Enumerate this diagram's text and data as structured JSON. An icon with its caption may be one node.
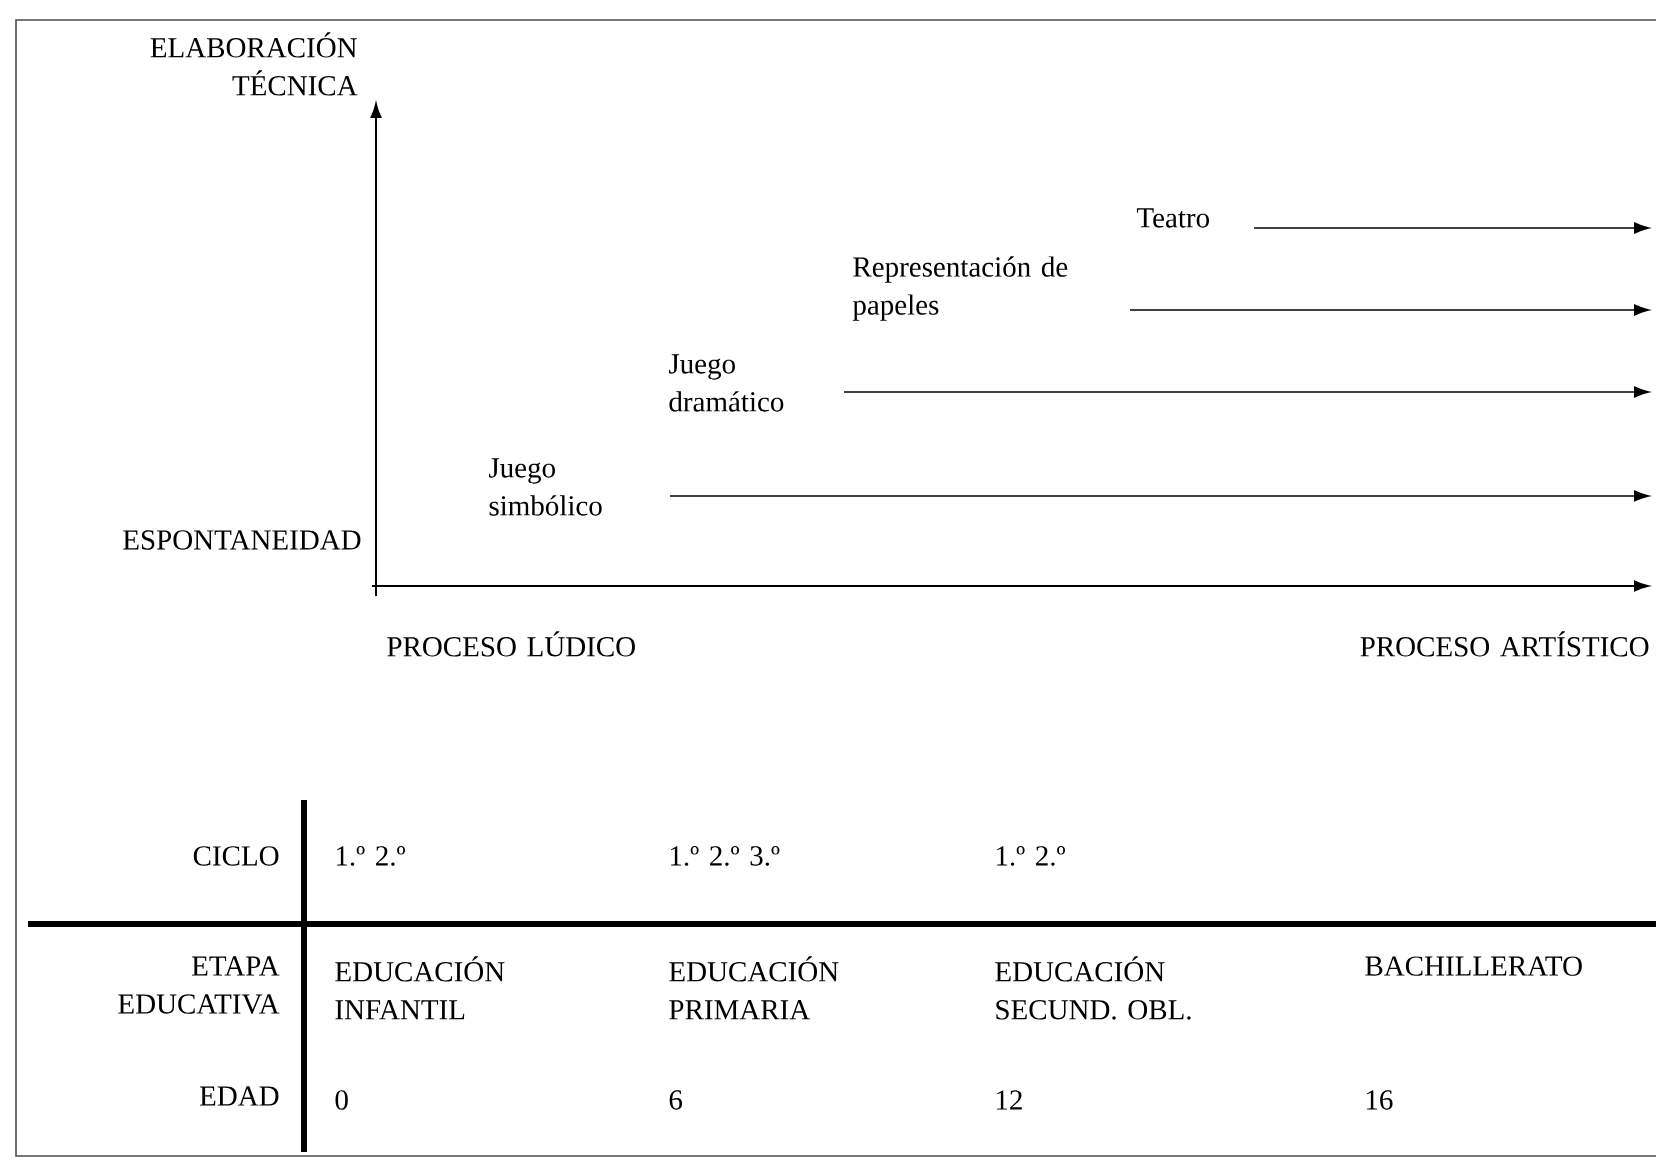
{
  "diagram": {
    "nodes": [
      {
        "text": [
          "Juego simbólico"
        ]
      },
      {
        "text": [
          "Juego dramático"
        ]
      },
      {
        "text": [
          "Representación de papeles"
        ]
      },
      {
        "text": [
          "Teatro"
        ]
      }
    ],
    "edges": [
      {
        "from": 0,
        "to": null,
        "arrow": "to"
      },
      {
        "from": 1,
        "to": null,
        "arrow": "to"
      },
      {
        "from": 2,
        "to": null,
        "arrow": "to"
      },
      {
        "from": 3,
        "to": null,
        "arrow": "to"
      }
    ],
    "labels": [
      "ELABORACIÓN TÉCNICA",
      "ESPONTANEIDAD",
      "PROCESO LÚDICO",
      "PROCESO ARTÍSTICO",
      "CICLO",
      "1.º 2.º",
      "1.º 2.º 3.º",
      "1.º 2.º",
      "ETAPA EDUCATIVA",
      "EDUCACIÓN INFANTIL",
      "EDUCACIÓN PRIMARIA",
      "EDUCACIÓN SECUND. OBL.",
      "BACHILLERATO",
      "EDAD",
      "0",
      "6",
      "12",
      "16"
    ]
  }
}
